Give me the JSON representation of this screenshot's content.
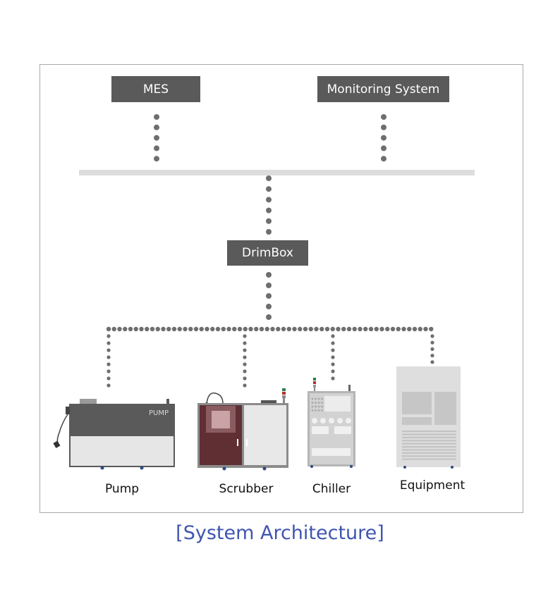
{
  "nodes": {
    "mes": "MES",
    "monitoring": "Monitoring System",
    "drimbox": "DrimBox"
  },
  "devices": {
    "pump": {
      "label": "Pump",
      "plate": "PUMP"
    },
    "scrubber": {
      "label": "Scrubber"
    },
    "chiller": {
      "label": "Chiller"
    },
    "equipment": {
      "label": "Equipment"
    }
  },
  "caption": "[System Architecture]",
  "colors": {
    "box": "#5a5a5a",
    "dots": "#6e6e6e",
    "bus": "#dddddd",
    "caption": "#3f55b0",
    "frame": "#a9a9a9"
  }
}
